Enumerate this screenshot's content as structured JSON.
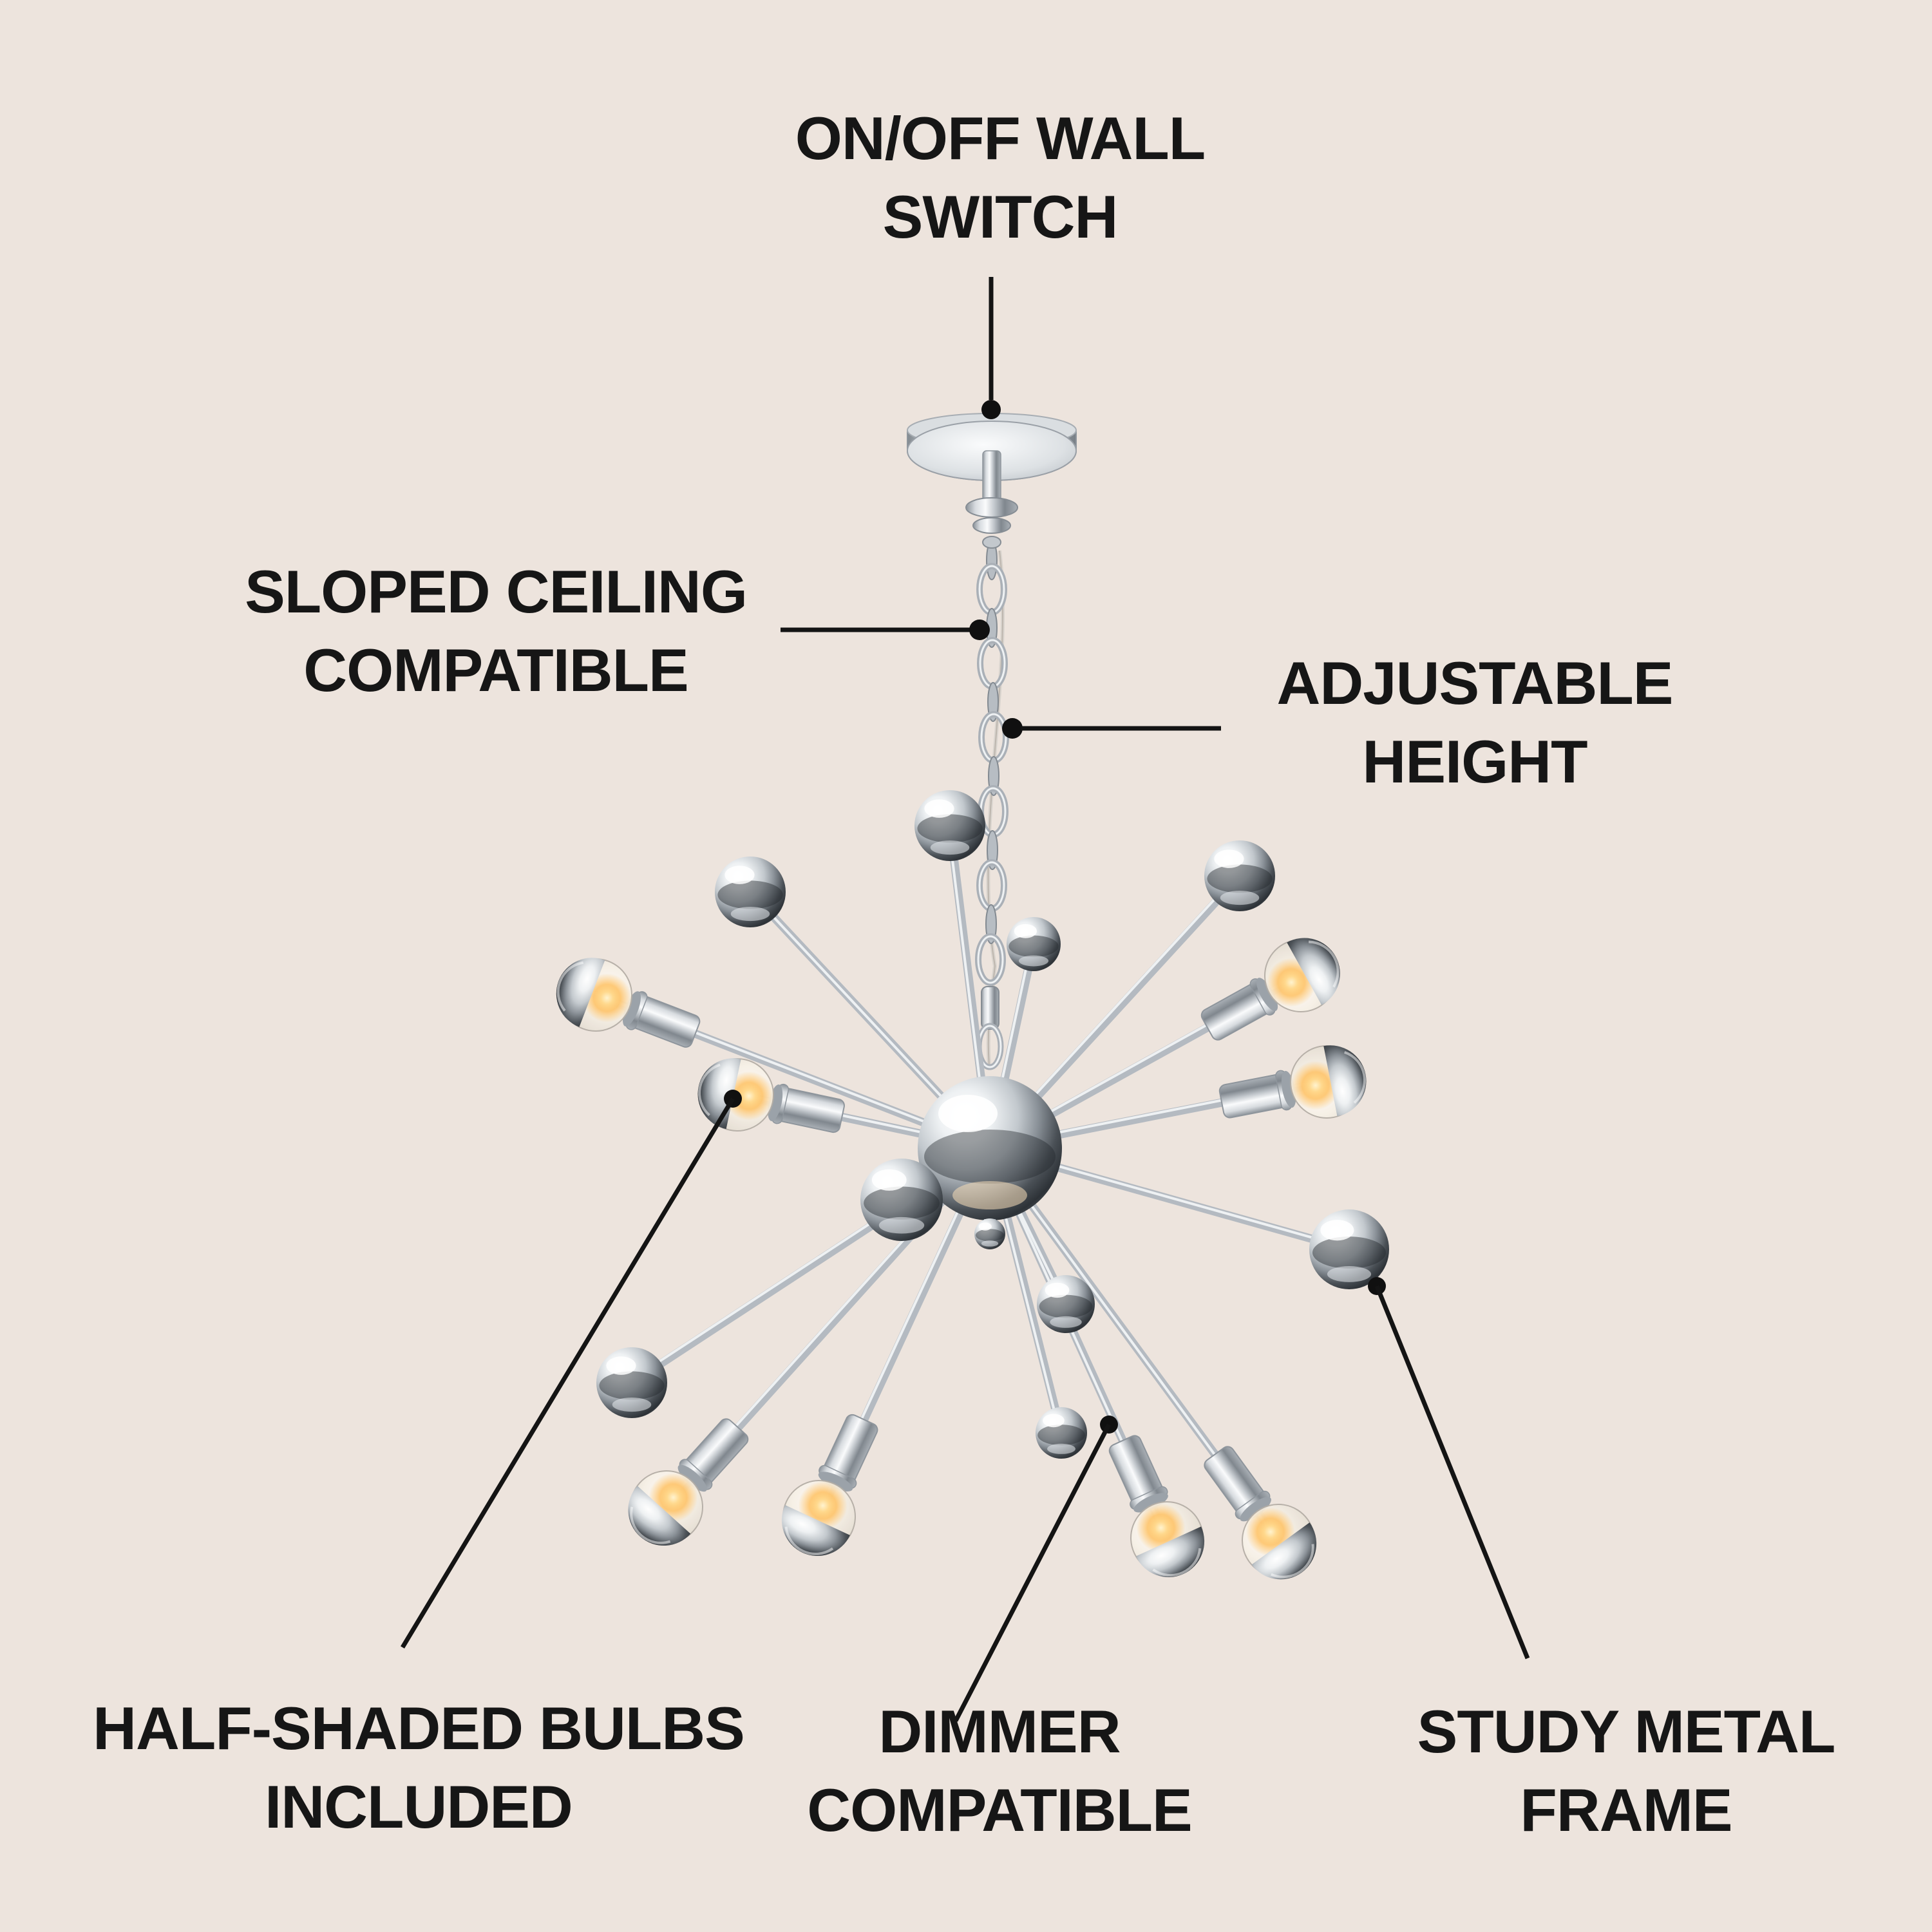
{
  "colors": {
    "background": "#ede4dd",
    "text": "#161616",
    "leader_line": "#141414",
    "chrome_light": "#f5f7f8",
    "chrome_dark": "#2d3237",
    "glow_warm": "#ffd98e"
  },
  "labels": {
    "wall_switch": {
      "line1": "ON/OFF WALL",
      "line2": "SWITCH"
    },
    "sloped_ceiling": {
      "line1": "SLOPED CEILING",
      "line2": "COMPATIBLE"
    },
    "adjustable_height": {
      "line1": "ADJUSTABLE",
      "line2": "HEIGHT"
    },
    "half_shaded_bulbs": {
      "line1": "HALF-SHADED BULBS",
      "line2": "INCLUDED"
    },
    "dimmer": {
      "line1": "DIMMER",
      "line2": "COMPATIBLE"
    },
    "metal_frame": {
      "line1": "STUDY METAL",
      "line2": "FRAME"
    }
  }
}
